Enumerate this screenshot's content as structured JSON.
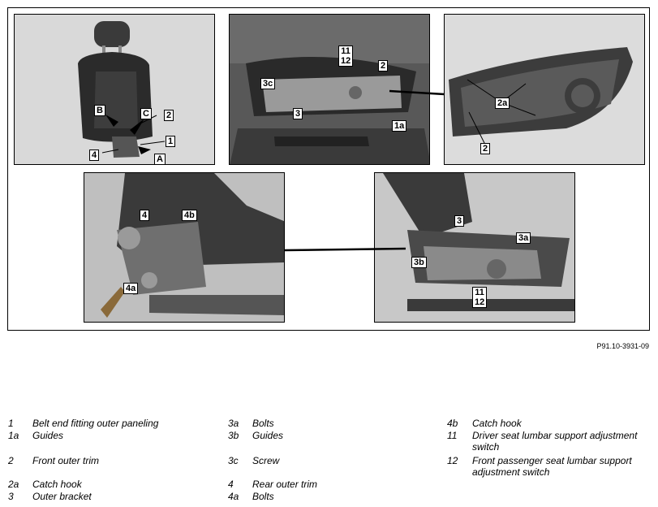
{
  "figure": {
    "labels": {
      "p1": [
        "B",
        "C",
        "2",
        "1",
        "4",
        "A"
      ],
      "p2": [
        "11",
        "12",
        "2",
        "3c",
        "3",
        "1a"
      ],
      "p3": [
        "2a",
        "2"
      ],
      "p4": [
        "4",
        "4b",
        "4a"
      ],
      "p5": [
        "3",
        "3a",
        "3b",
        "11",
        "12"
      ]
    },
    "reference": "P91.10-3931-09"
  },
  "legend": [
    {
      "num": "1",
      "text": "Belt end fitting outer paneling"
    },
    {
      "num": "1a",
      "text": "Guides"
    },
    {
      "num": "2",
      "text": "Front outer trim"
    },
    {
      "num": "2a",
      "text": "Catch hook"
    },
    {
      "num": "3",
      "text": "Outer bracket"
    },
    {
      "num": "3a",
      "text": "Bolts"
    },
    {
      "num": "3b",
      "text": "Guides"
    },
    {
      "num": "3c",
      "text": "Screw"
    },
    {
      "num": "4",
      "text": "Rear outer trim"
    },
    {
      "num": "4a",
      "text": "Bolts"
    },
    {
      "num": "4b",
      "text": "Catch hook"
    },
    {
      "num": "11",
      "text": "Driver seat lumbar support adjustment switch"
    },
    {
      "num": "12",
      "text": "Front passenger seat lumbar support adjustment switch"
    }
  ]
}
